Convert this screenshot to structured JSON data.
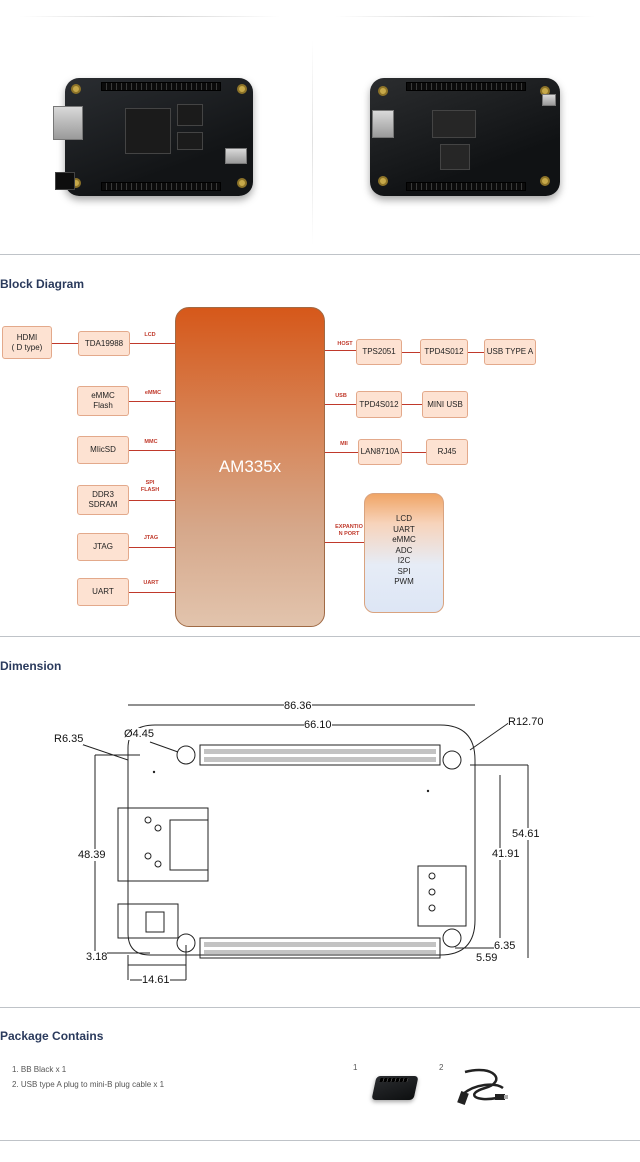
{
  "sections": {
    "block_diagram": "Block Diagram",
    "dimension": "Dimension",
    "package": "Package Contains"
  },
  "block_diagram": {
    "cpu": "AM335x",
    "left_boxes": [
      {
        "line1": "HDMI",
        "line2": "( D type)"
      },
      {
        "line1": "TDA19988",
        "line2": ""
      },
      {
        "line1": "eMMC",
        "line2": "Flash"
      },
      {
        "line1": "MIicSD",
        "line2": ""
      },
      {
        "line1": "DDR3",
        "line2": "SDRAM"
      },
      {
        "line1": "JTAG",
        "line2": ""
      },
      {
        "line1": "UART",
        "line2": ""
      }
    ],
    "left_labels": [
      "LCD",
      "eMMC",
      "MMC",
      "SPI",
      "FLASH",
      "JTAG",
      "UART"
    ],
    "right_boxes": [
      "TPS2051",
      "TPD4S012",
      "USB TYPE A",
      "TPD4S012",
      "MINI USB",
      "LAN8710A",
      "RJ45"
    ],
    "right_labels": [
      "HOST",
      "USB",
      "MII",
      "EXPANTIO",
      "N PORT"
    ],
    "expansion": [
      "LCD",
      "UART",
      "eMMC",
      "ADC",
      "I2C",
      "SPI",
      "PWM"
    ]
  },
  "dimension": {
    "labels": [
      "86.36",
      "66.10",
      "R6.35",
      "Ø4.45",
      "R12.70",
      "54.61",
      "41.91",
      "48.39",
      "6.35",
      "5.59",
      "3.18",
      "14.61"
    ]
  },
  "package": {
    "items": [
      "1.   BB Black x 1",
      "2.   USB type A plug to mini-B plug cable x 1"
    ],
    "numbers": [
      "1",
      "2"
    ]
  }
}
